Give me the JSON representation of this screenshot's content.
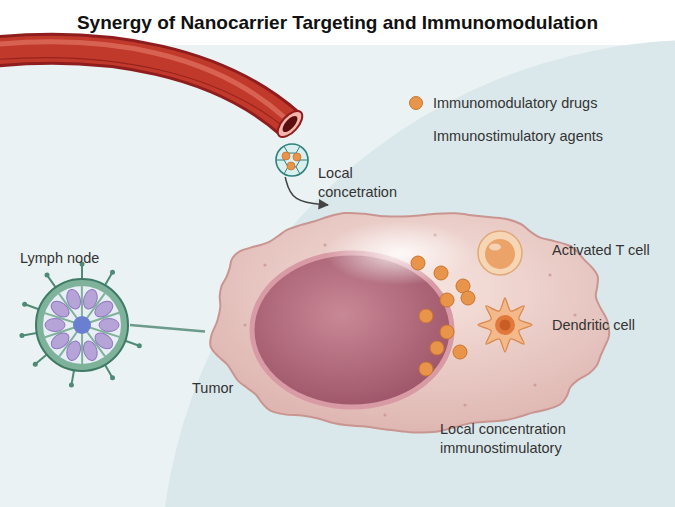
{
  "diagram": {
    "title": "Synergy of Nanocarrier Targeting and Immunomodulation",
    "nodes": [
      {
        "text": [
          "Local concetration"
        ]
      },
      {
        "text": [
          "Tumor"
        ]
      },
      {
        "text": [
          "Lymph node"
        ]
      },
      {
        "text": [
          "Activated T cell"
        ]
      },
      {
        "text": [
          "Dendritic cell"
        ]
      }
    ],
    "edges": [
      {
        "from": 0,
        "to": 1,
        "arrow": "to"
      },
      {
        "from": 2,
        "to": 1,
        "arrow": "none"
      }
    ],
    "labels": [
      "Local concentration immunostimulatory"
    ],
    "legend": [
      {
        "text": "Immunomodulatory drugs",
        "color": "#e8944a"
      },
      {
        "text": "Immunostimulatory agents"
      }
    ]
  }
}
